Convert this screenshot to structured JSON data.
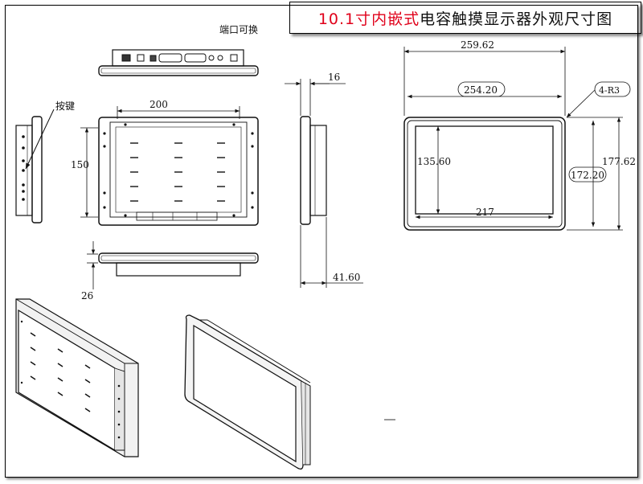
{
  "title": {
    "red_part": "10.1寸内嵌式",
    "black_part": "电容触摸显示器外观尺寸图",
    "red_color": "#e0001a"
  },
  "labels": {
    "port_note": "端口可换",
    "button_label": "按键"
  },
  "dimensions": {
    "front_width": "200",
    "front_height": "150",
    "side_depth_top": "16",
    "side_depth_bottom": "41.60",
    "bezel_step": "26",
    "overall_width": "259.62",
    "cutout_width": "254.20",
    "corner_radius": "4-R3",
    "screen_height": "135.60",
    "screen_width": "217",
    "overall_height": "177.62",
    "cutout_height": "172.20"
  },
  "icons": [
    "back-panel-perspective-icon",
    "front-panel-perspective-icon",
    "button-pointer-arrow-icon"
  ]
}
